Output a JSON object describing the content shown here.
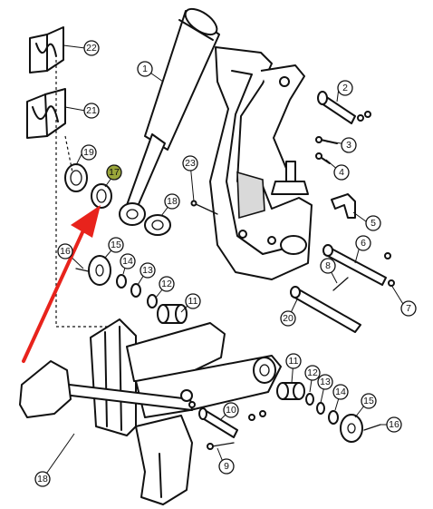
{
  "callouts": [
    {
      "id": "c1",
      "label": "1"
    },
    {
      "id": "c2",
      "label": "2"
    },
    {
      "id": "c3",
      "label": "3"
    },
    {
      "id": "c4",
      "label": "4"
    },
    {
      "id": "c5",
      "label": "5"
    },
    {
      "id": "c6",
      "label": "6"
    },
    {
      "id": "c7",
      "label": "7"
    },
    {
      "id": "c8",
      "label": "8"
    },
    {
      "id": "c9",
      "label": "9"
    },
    {
      "id": "c10",
      "label": "10"
    },
    {
      "id": "c11a",
      "label": "11"
    },
    {
      "id": "c11b",
      "label": "11"
    },
    {
      "id": "c12a",
      "label": "12"
    },
    {
      "id": "c12b",
      "label": "12"
    },
    {
      "id": "c13a",
      "label": "13"
    },
    {
      "id": "c13b",
      "label": "13"
    },
    {
      "id": "c14a",
      "label": "14"
    },
    {
      "id": "c14b",
      "label": "14"
    },
    {
      "id": "c15a",
      "label": "15"
    },
    {
      "id": "c15b",
      "label": "15"
    },
    {
      "id": "c16a",
      "label": "16"
    },
    {
      "id": "c16b",
      "label": "16"
    },
    {
      "id": "c17",
      "label": "17"
    },
    {
      "id": "c18a",
      "label": "18"
    },
    {
      "id": "c18b",
      "label": "18"
    },
    {
      "id": "c19",
      "label": "19"
    },
    {
      "id": "c20",
      "label": "20"
    },
    {
      "id": "c21",
      "label": "21"
    },
    {
      "id": "c22",
      "label": "22"
    },
    {
      "id": "c23",
      "label": "23"
    }
  ],
  "highlight": {
    "callout": "17",
    "color": "#9aa63a"
  },
  "arrow": {
    "color": "#e8231c"
  }
}
